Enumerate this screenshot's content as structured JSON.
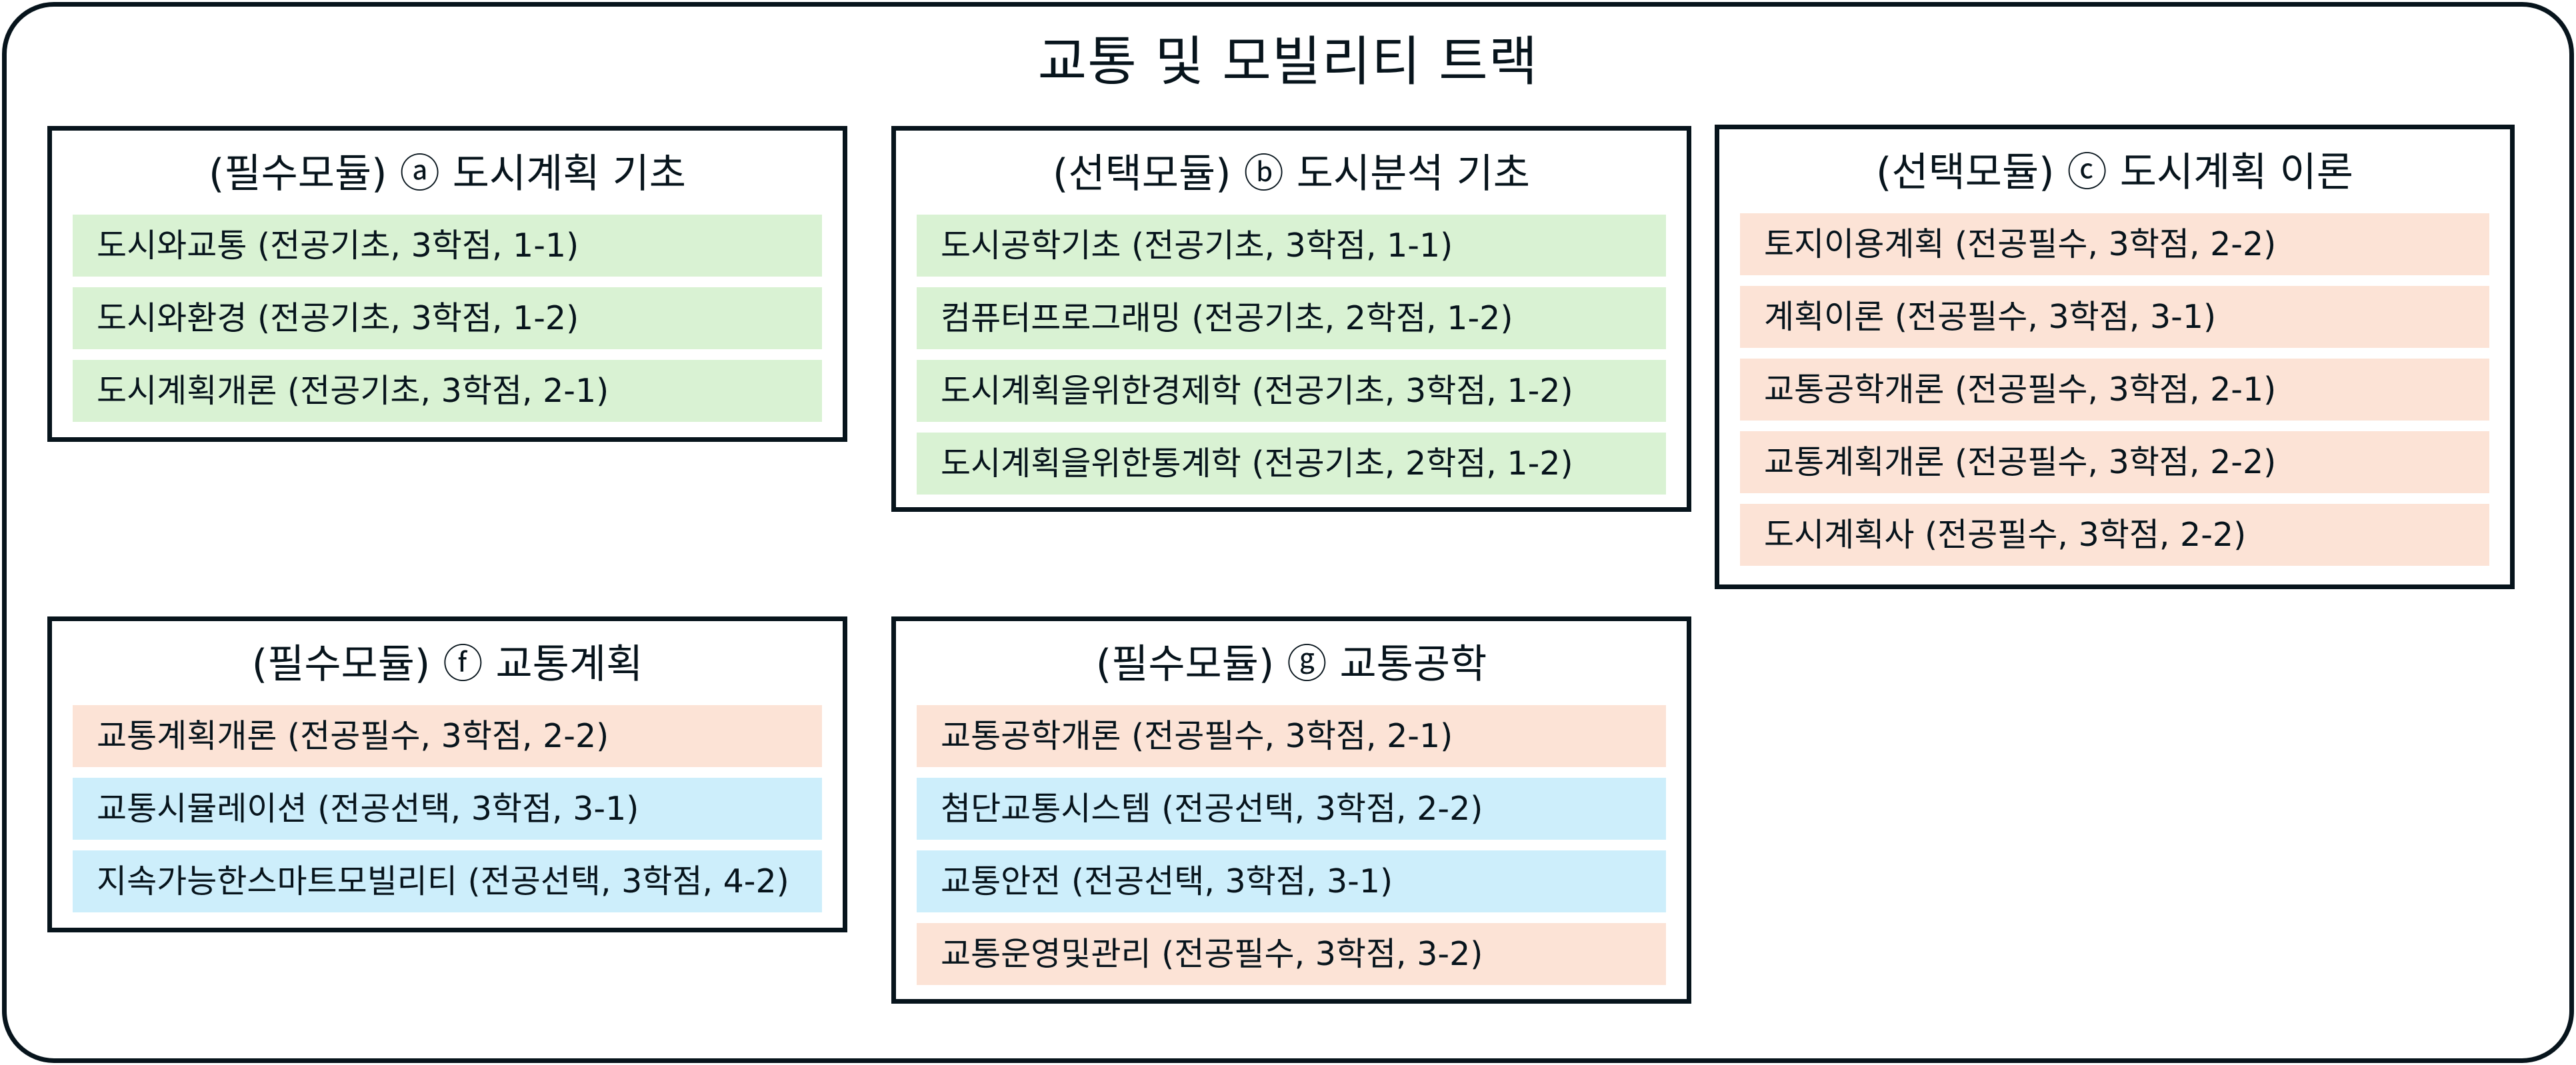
{
  "title": "교통 및 모빌리티 트랙",
  "colors": {
    "border": "#07141c",
    "전공기초": "#d9f2d3",
    "전공필수": "#fce3d6",
    "전공선택": "#cdeefb"
  },
  "modules": [
    {
      "title": "(필수모듈) ⓐ 도시계획 기초",
      "courses": [
        {
          "label": "도시와교통 (전공기초, 3학점, 1-1)",
          "type": "basic"
        },
        {
          "label": "도시와환경 (전공기초, 3학점, 1-2)",
          "type": "basic"
        },
        {
          "label": "도시계획개론 (전공기초, 3학점, 2-1)",
          "type": "basic"
        }
      ]
    },
    {
      "title": "(선택모듈) ⓑ 도시분석 기초",
      "courses": [
        {
          "label": "도시공학기초 (전공기초, 3학점, 1-1)",
          "type": "basic"
        },
        {
          "label": "컴퓨터프로그래밍 (전공기초, 2학점, 1-2)",
          "type": "basic"
        },
        {
          "label": "도시계획을위한경제학 (전공기초, 3학점, 1-2)",
          "type": "basic"
        },
        {
          "label": "도시계획을위한통계학 (전공기초, 2학점, 1-2)",
          "type": "basic"
        }
      ]
    },
    {
      "title": "(선택모듈) ⓒ 도시계획 이론",
      "courses": [
        {
          "label": "토지이용계획 (전공필수, 3학점, 2-2)",
          "type": "required"
        },
        {
          "label": "계획이론 (전공필수, 3학점, 3-1)",
          "type": "required"
        },
        {
          "label": "교통공학개론 (전공필수, 3학점, 2-1)",
          "type": "required"
        },
        {
          "label": "교통계획개론 (전공필수, 3학점, 2-2)",
          "type": "required"
        },
        {
          "label": "도시계획사 (전공필수, 3학점, 2-2)",
          "type": "required"
        }
      ]
    },
    {
      "title": "(필수모듈) ⓕ 교통계획",
      "courses": [
        {
          "label": "교통계획개론 (전공필수, 3학점, 2-2)",
          "type": "required"
        },
        {
          "label": "교통시뮬레이션 (전공선택, 3학점, 3-1)",
          "type": "elective"
        },
        {
          "label": "지속가능한스마트모빌리티 (전공선택, 3학점, 4-2)",
          "type": "elective"
        }
      ]
    },
    {
      "title": "(필수모듈) ⓖ 교통공학",
      "courses": [
        {
          "label": "교통공학개론 (전공필수, 3학점, 2-1)",
          "type": "required"
        },
        {
          "label": "첨단교통시스템 (전공선택, 3학점, 2-2)",
          "type": "elective"
        },
        {
          "label": "교통안전 (전공선택, 3학점, 3-1)",
          "type": "elective"
        },
        {
          "label": "교통운영및관리 (전공필수, 3학점, 3-2)",
          "type": "required"
        }
      ]
    }
  ]
}
